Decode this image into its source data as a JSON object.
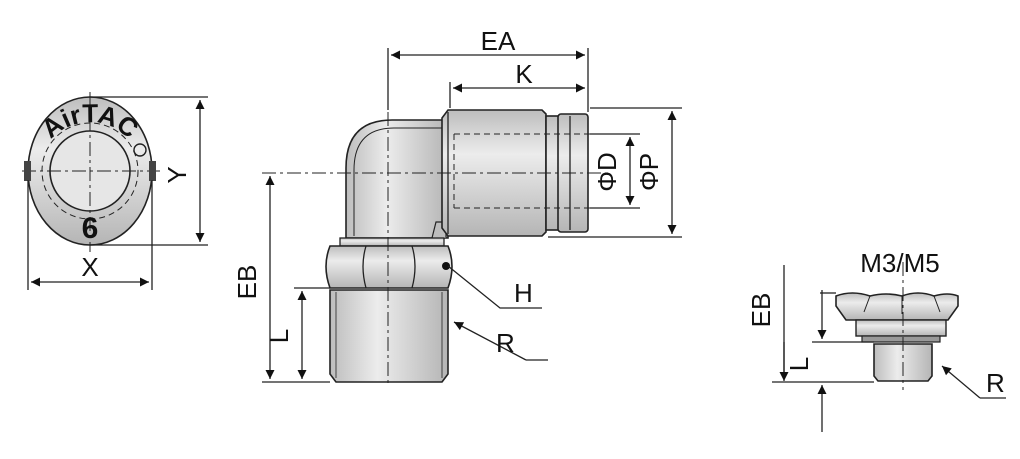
{
  "front_view": {
    "brand": "AirTAC",
    "size_number": "6",
    "dim_x": "X",
    "dim_y": "Y"
  },
  "elbow_view": {
    "dim_ea": "EA",
    "dim_k": "K",
    "dim_d": "ΦD",
    "dim_p": "ΦP",
    "dim_eb": "EB",
    "dim_l": "L",
    "label_h": "H",
    "label_r": "R"
  },
  "small_view": {
    "title": "M3/M5",
    "dim_eb": "EB",
    "dim_l": "L",
    "label_r": "R"
  },
  "colors": {
    "metal": "#c9c9c9",
    "metal_light": "#e2e2e2",
    "line": "#222222"
  }
}
